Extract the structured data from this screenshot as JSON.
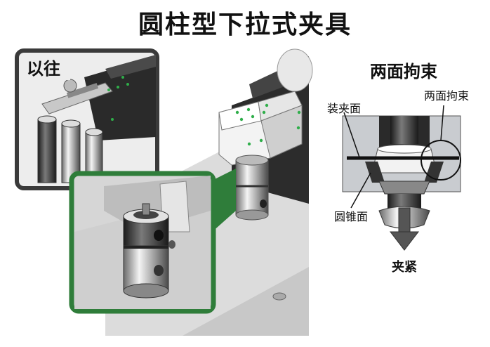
{
  "title": "圆柱型下拉式夹具",
  "inset_label": "以往",
  "diagram": {
    "title": "两面拘束",
    "label_mount_face": "装夹面",
    "label_two_face": "两面拘束",
    "label_cone_face": "圆锥面",
    "label_clamp": "夹紧"
  },
  "colors": {
    "green_frame": "#2f7d3a",
    "dark_frame": "#3a3a3a",
    "hole_green": "#2fae4a"
  }
}
